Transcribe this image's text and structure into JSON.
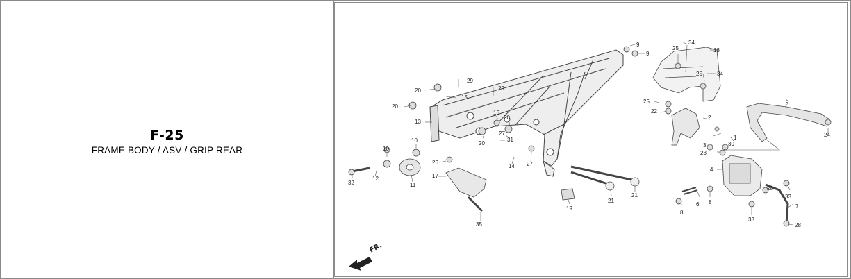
{
  "figure": {
    "code": "F-25",
    "title": "FRAME BODY / ASV / GRIP REAR"
  },
  "diagram": {
    "direction_label": "FR.",
    "callouts": [
      {
        "id": "c9a",
        "text": "9"
      },
      {
        "id": "c9b",
        "text": "9"
      },
      {
        "id": "c34a",
        "text": "34"
      },
      {
        "id": "c25a",
        "text": "25"
      },
      {
        "id": "c18",
        "text": "18"
      },
      {
        "id": "c25b",
        "text": "25"
      },
      {
        "id": "c34b",
        "text": "34"
      },
      {
        "id": "c29a",
        "text": "29"
      },
      {
        "id": "c29b",
        "text": "29"
      },
      {
        "id": "c20a",
        "text": "20"
      },
      {
        "id": "c15",
        "text": "15"
      },
      {
        "id": "c20b",
        "text": "20"
      },
      {
        "id": "c13",
        "text": "13"
      },
      {
        "id": "c16",
        "text": "16"
      },
      {
        "id": "c20c",
        "text": "20"
      },
      {
        "id": "c25c",
        "text": "25"
      },
      {
        "id": "c22",
        "text": "22"
      },
      {
        "id": "c2",
        "text": "2"
      },
      {
        "id": "c5",
        "text": "5"
      },
      {
        "id": "c24",
        "text": "24"
      },
      {
        "id": "c1",
        "text": "1"
      },
      {
        "id": "c3",
        "text": "3"
      },
      {
        "id": "c30",
        "text": "30"
      },
      {
        "id": "c23",
        "text": "23"
      },
      {
        "id": "c27a",
        "text": "27"
      },
      {
        "id": "c31",
        "text": "31"
      },
      {
        "id": "c20d",
        "text": "20"
      },
      {
        "id": "c10a",
        "text": "10"
      },
      {
        "id": "c10b",
        "text": "10"
      },
      {
        "id": "c26",
        "text": "26"
      },
      {
        "id": "c14",
        "text": "14"
      },
      {
        "id": "c27b",
        "text": "27"
      },
      {
        "id": "c4",
        "text": "4"
      },
      {
        "id": "c32",
        "text": "32"
      },
      {
        "id": "c12",
        "text": "12"
      },
      {
        "id": "c11",
        "text": "11"
      },
      {
        "id": "c17",
        "text": "17"
      },
      {
        "id": "c28a",
        "text": "28"
      },
      {
        "id": "c33a",
        "text": "33"
      },
      {
        "id": "c6",
        "text": "6"
      },
      {
        "id": "c8a",
        "text": "8"
      },
      {
        "id": "c8b",
        "text": "8"
      },
      {
        "id": "c7",
        "text": "7"
      },
      {
        "id": "c19",
        "text": "19"
      },
      {
        "id": "c21a",
        "text": "21"
      },
      {
        "id": "c21b",
        "text": "21"
      },
      {
        "id": "c33b",
        "text": "33"
      },
      {
        "id": "c28b",
        "text": "28"
      },
      {
        "id": "c35",
        "text": "35"
      }
    ]
  }
}
